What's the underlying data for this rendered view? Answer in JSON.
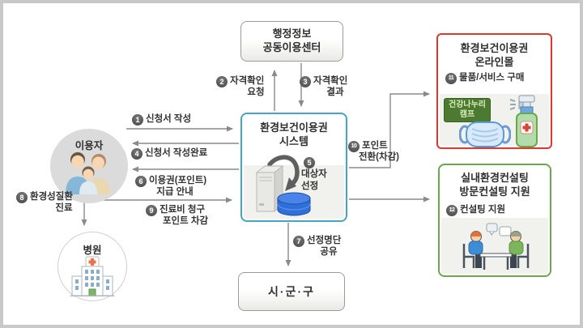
{
  "nodes": {
    "admin_center": {
      "line1": "행정정보",
      "line2": "공동이용센터"
    },
    "system": {
      "line1": "환경보건이용권",
      "line2": "시스템"
    },
    "online_mall": {
      "line1": "환경보건이용권",
      "line2": "온라인몰",
      "camp_line1": "건강나누리",
      "camp_line2": "캠프"
    },
    "consulting": {
      "line1": "실내환경컨설팅",
      "line2": "방문컨설팅 지원"
    },
    "sigungu": {
      "title": "시·군·구"
    },
    "user": {
      "title": "이용자"
    },
    "hospital": {
      "title": "병원"
    }
  },
  "steps": {
    "s1": {
      "num": "1",
      "line1": "신청서 작성",
      "line2": ""
    },
    "s2": {
      "num": "2",
      "line1": "자격확인",
      "line2": "요청"
    },
    "s3": {
      "num": "3",
      "line1": "자격확인",
      "line2": "결과"
    },
    "s4": {
      "num": "4",
      "line1": "신청서 작성완료",
      "line2": ""
    },
    "s5": {
      "num": "5",
      "line1": "대상자",
      "line2": "선정"
    },
    "s6": {
      "num": "6",
      "line1": "이용권(포인트)",
      "line2": "지급 안내"
    },
    "s7": {
      "num": "7",
      "line1": "선정명단",
      "line2": "공유"
    },
    "s8": {
      "num": "8",
      "line1": "환경성질환",
      "line2": "진료"
    },
    "s9": {
      "num": "9",
      "line1": "진료비 청구",
      "line2": "포인트 차감"
    },
    "s10": {
      "num": "10",
      "line1": "포인트",
      "line2": "전환(차감)"
    },
    "s11": {
      "num": "11",
      "line1": "물품/서비스 구매",
      "line2": ""
    },
    "s12": {
      "num": "12",
      "line1": "컨설팅 지원",
      "line2": ""
    }
  },
  "colors": {
    "system_border": "#42a6c6",
    "mall_border": "#e6352b",
    "consulting_border": "#69a84f",
    "arrow": "#8a8a8a",
    "step_badge_bg": "#4c4c4c",
    "camp_badge_bg": "#4d7a31",
    "database_blue": "#2e6fd9"
  },
  "icons": {
    "user_group": "family-icon",
    "hospital_building": "hospital-building-icon",
    "system_server": "server-database-icon",
    "mask": "face-mask-icon",
    "spray_bottle": "spray-bottle-icon",
    "consulting_people": "consulting-people-icon"
  }
}
